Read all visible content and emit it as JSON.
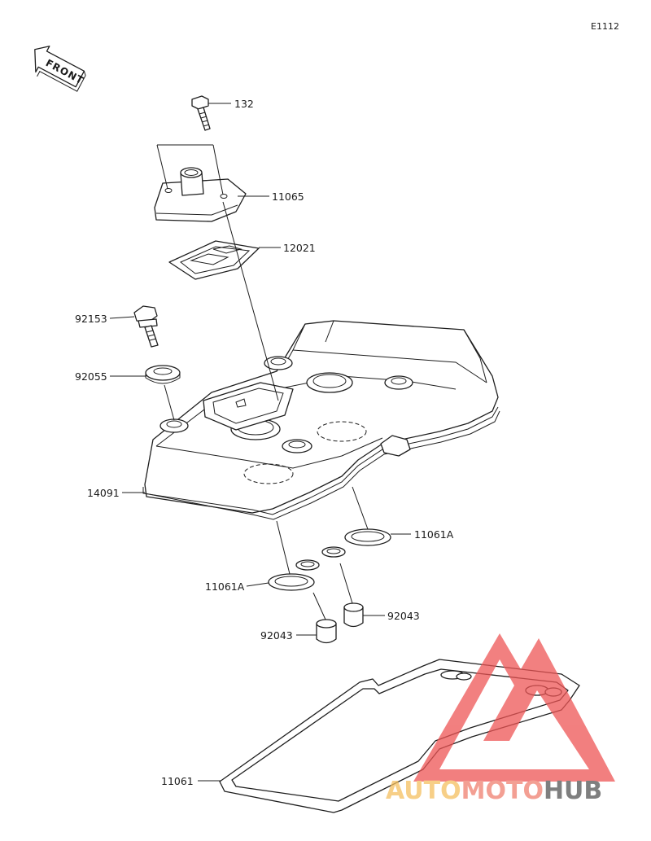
{
  "diagram_ref": "E1112",
  "front_label": "FRONT",
  "parts": [
    {
      "id": "p132",
      "number": "132"
    },
    {
      "id": "p11065",
      "number": "11065"
    },
    {
      "id": "p12021",
      "number": "12021"
    },
    {
      "id": "p92153",
      "number": "92153"
    },
    {
      "id": "p92055",
      "number": "92055"
    },
    {
      "id": "p14091",
      "number": "14091"
    },
    {
      "id": "p11061A_r",
      "number": "11061A"
    },
    {
      "id": "p11061A_l",
      "number": "11061A"
    },
    {
      "id": "p92043_r",
      "number": "92043"
    },
    {
      "id": "p92043_l",
      "number": "92043"
    },
    {
      "id": "p11061",
      "number": "11061"
    }
  ],
  "watermark": {
    "word_part1": "AUTO",
    "word_part2": "MOTO",
    "word_part3": "HUB",
    "colors": {
      "triangle": "#ee5555",
      "part1": "#f5c060",
      "part2": "#f08070",
      "part3": "#555555"
    }
  }
}
